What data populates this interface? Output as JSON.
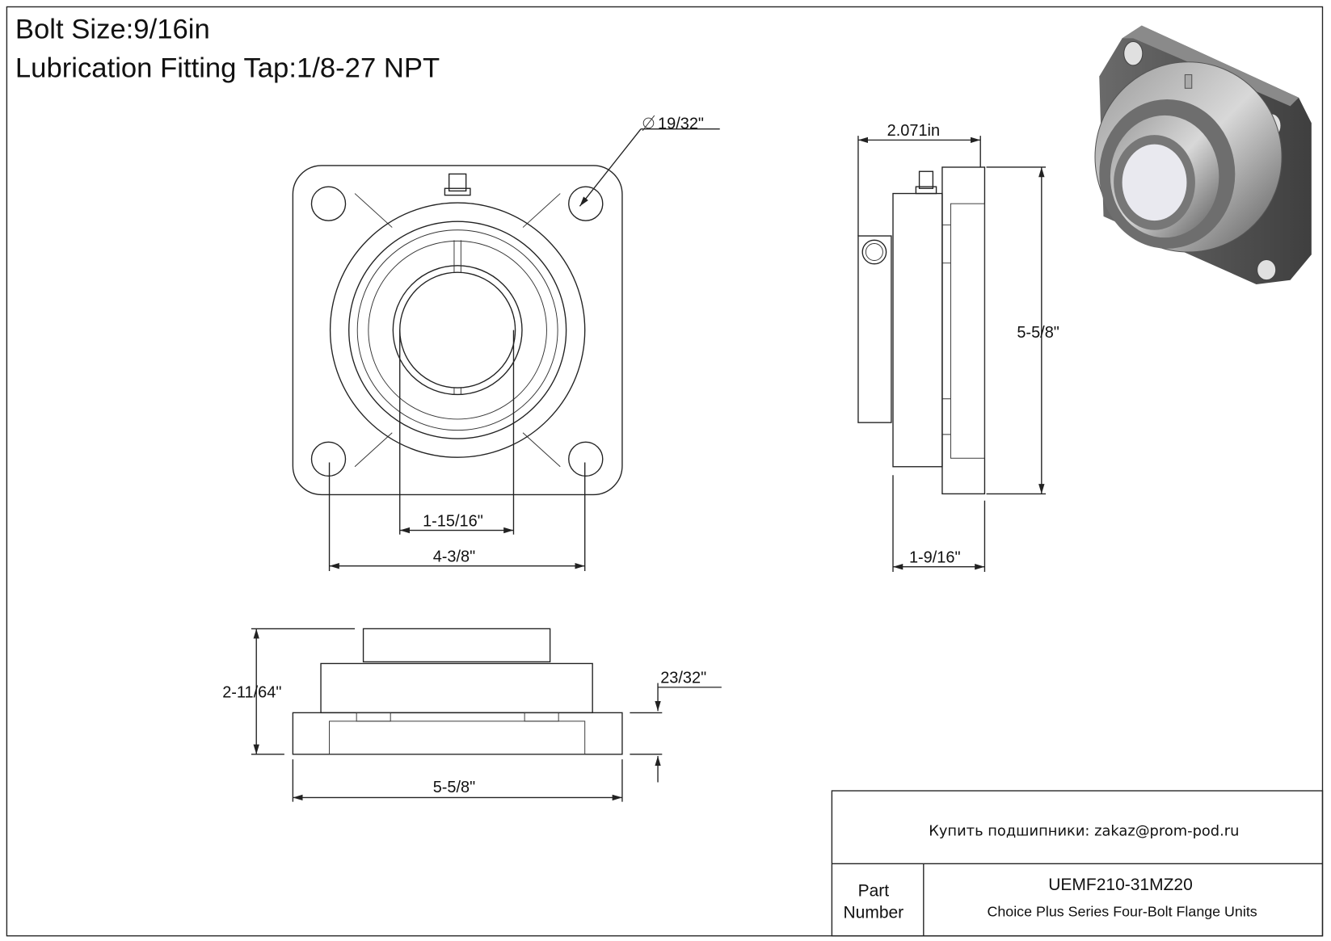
{
  "header": {
    "bolt_size": "Bolt Size:9/16in",
    "lubrication": "Lubrication Fitting Tap:1/8-27 NPT"
  },
  "front_view": {
    "hole_dia": "19/32\"",
    "bore": "1-15/16\"",
    "bolt_spacing": "4-3/8\""
  },
  "side_view": {
    "overall_depth": "2.071in",
    "height": "5-5/8\"",
    "flange_depth": "1-9/16\""
  },
  "bottom_view": {
    "height": "2-11/64\"",
    "flange_thickness": "23/32\"",
    "width": "5-5/8\""
  },
  "title_block": {
    "contact": "Купить подшипники: zakaz@prom-pod.ru",
    "part_label_1": "Part",
    "part_label_2": "Number",
    "part_number": "UEMF210-31MZ20",
    "description": "Choice Plus Series Four-Bolt Flange Units"
  }
}
